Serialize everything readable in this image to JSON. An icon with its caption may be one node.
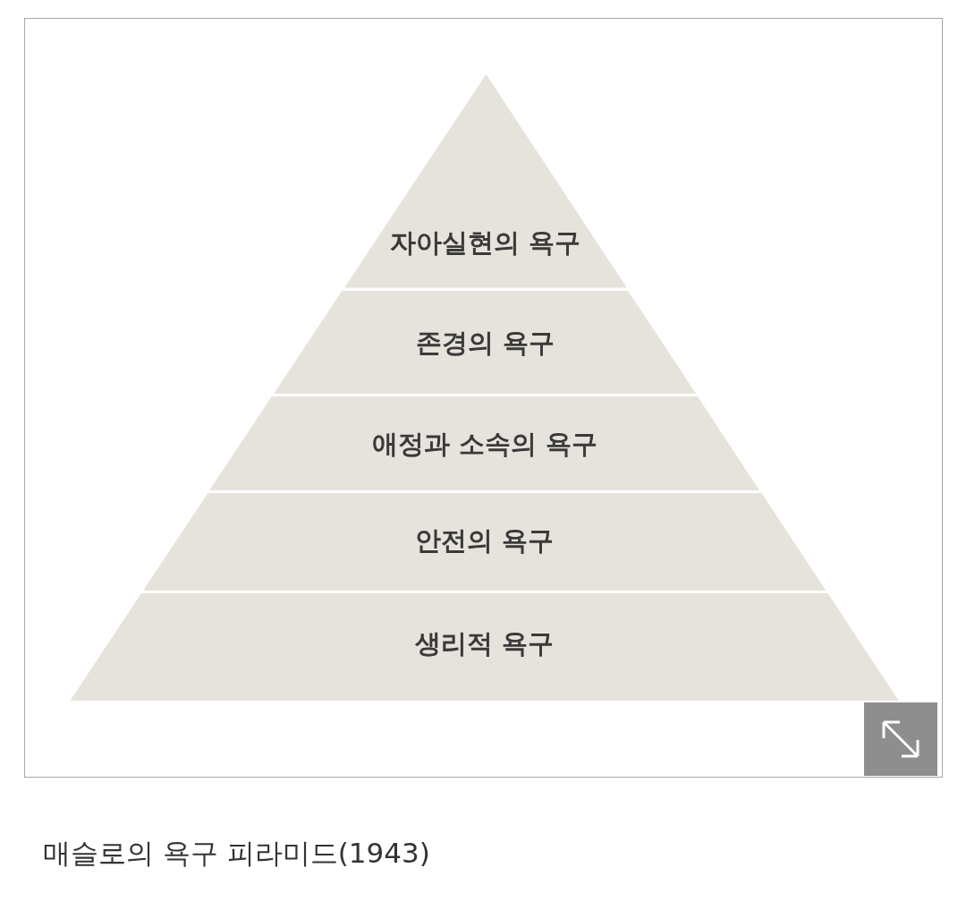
{
  "diagram": {
    "caption": "매슬로의 욕구 피라미드(1943)",
    "nodes": [
      {
        "text": [
          "자아실현의 욕구"
        ]
      },
      {
        "text": [
          "존경의 욕구"
        ]
      },
      {
        "text": [
          "애정과 소속의 욕구"
        ]
      },
      {
        "text": [
          "안전의 욕구"
        ]
      },
      {
        "text": [
          "생리적 욕구"
        ]
      }
    ]
  }
}
